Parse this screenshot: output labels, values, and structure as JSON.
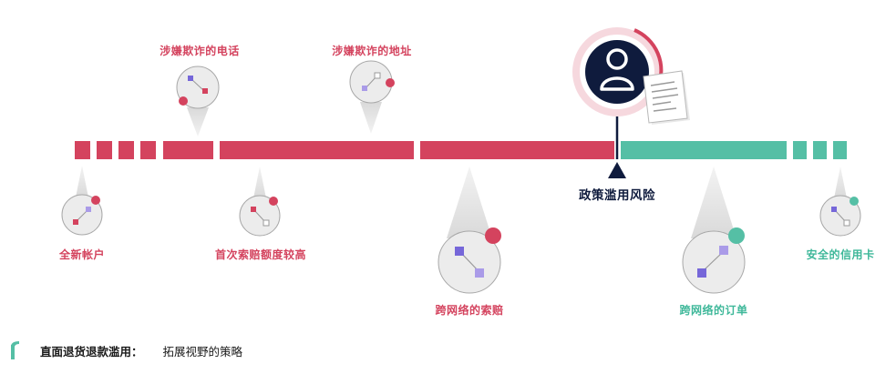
{
  "timeline": {
    "labels_above": [
      {
        "id": "fraud-phone",
        "text": "涉嫌欺诈的电话"
      },
      {
        "id": "fraud-address",
        "text": "涉嫌欺诈的地址"
      }
    ],
    "labels_below": [
      {
        "id": "new-account",
        "text": "全新帐户"
      },
      {
        "id": "high-claim",
        "text": "首次索赔额度较高"
      },
      {
        "id": "cross-network-claim",
        "text": "跨网络的索赔"
      },
      {
        "id": "cross-network-order",
        "text": "跨网络的订单"
      },
      {
        "id": "safe-card",
        "text": "安全的信用卡"
      }
    ],
    "policy_marker": "政策滥用风险"
  },
  "colors": {
    "risk": "#d4435e",
    "safe": "#55bfa5",
    "marker": "#0f1b3d",
    "node_fill": "#ececec",
    "node_stroke": "#9e9e9e",
    "square_purple": "#7667d9",
    "square_light": "#aa9be8"
  },
  "footer": {
    "title": "直面退货退款滥用：",
    "subtitle": "拓展视野的策略"
  }
}
